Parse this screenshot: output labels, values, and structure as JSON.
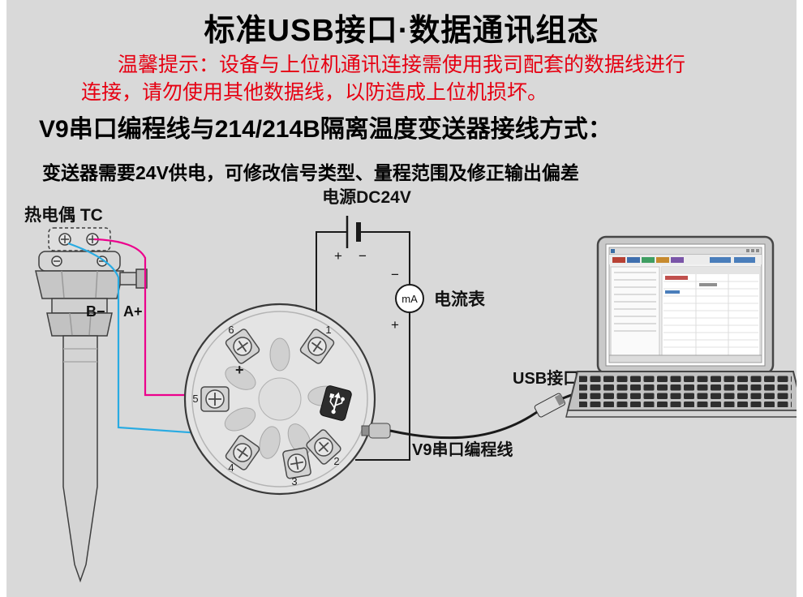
{
  "header": {
    "title": "标准USB接口·数据通讯组态",
    "notice_line1": "温馨提示：设备与上位机通讯连接需使用我司配套的数据线进行",
    "notice_line2": "连接，请勿使用其他数据线，以防造成上位机损坏。",
    "subtitle": "V9串口编程线与214/214B隔离温度变送器接线方式：",
    "description": "变送器需要24V供电，可修改信号类型、量程范围及修正输出偏差"
  },
  "diagram": {
    "thermocouple_label": "热电偶  TC",
    "power_label": "电源DC24V",
    "battery_plus": "+",
    "battery_minus": "−",
    "ammeter_label": "电流表",
    "ammeter_unit": "mA",
    "ammeter_minus": "−",
    "ammeter_plus": "+",
    "wire_b_label": "B−",
    "wire_a_label": "A+",
    "transmitter_plus": "+",
    "terminals": [
      "1",
      "2",
      "3",
      "4",
      "5",
      "6"
    ],
    "usb_label": "USB接口",
    "cable_label": "V9串口编程线"
  },
  "colors": {
    "warning_red": "#e60012",
    "wire_pink": "#ec008c",
    "wire_blue": "#29abe2",
    "wire_black": "#1a1a1a",
    "background": "#d9d9d9"
  }
}
